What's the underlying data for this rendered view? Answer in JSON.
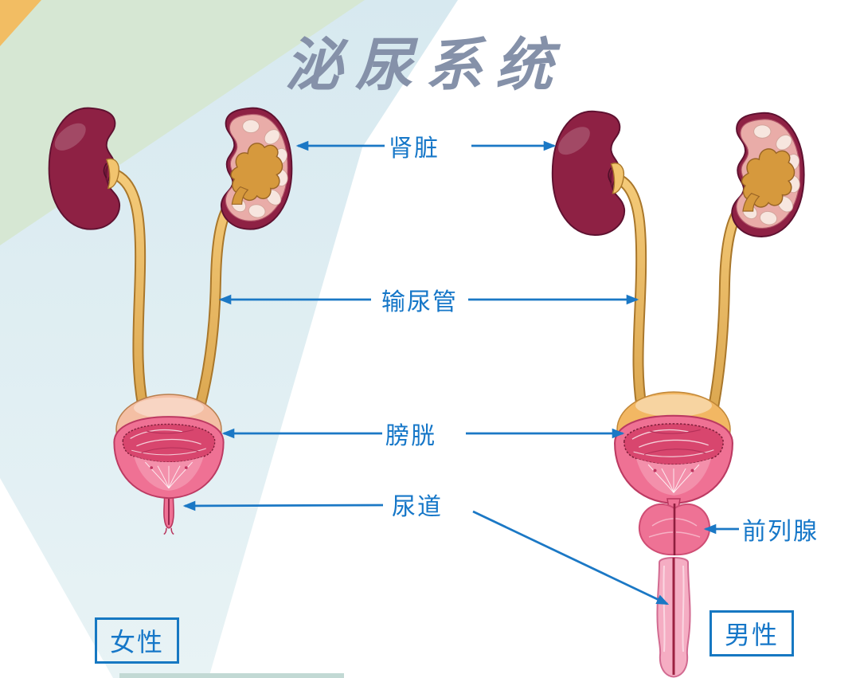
{
  "title": "泌尿系统",
  "labels": {
    "kidney": "肾脏",
    "ureter": "输尿管",
    "bladder": "膀胱",
    "urethra": "尿道",
    "prostate": "前列腺"
  },
  "captions": {
    "female": "女性",
    "male": "男性"
  },
  "colors": {
    "label_blue": "#1677C8",
    "arrow_blue": "#1B78C5",
    "title_gray": "#8591A9",
    "kidney_maroon": "#8E2144",
    "kidney_outline": "#5E1130",
    "cortex_pink": "#E9ACA8",
    "renal_pelvis_orange": "#D6993D",
    "pyramid_cream": "#F7E6DF",
    "ureter_orange": "#F2C46E",
    "bladder_pink": "#EF7194",
    "bladder_interior_dark": "#D8466E",
    "bladder_floor_pink": "#F390AB",
    "bladder_dome_female": "#F4BFA4",
    "bladder_dome_male": "#F2B763",
    "prostate_pink": "#EE7295",
    "penis_pink": "#F5ADC3",
    "bg_green": "#D6E7D3",
    "bg_blue": "#DCEBF1",
    "bg_corner_yellow": "#F2BD63",
    "bg_bottom_teal": "#C2D9D4"
  }
}
